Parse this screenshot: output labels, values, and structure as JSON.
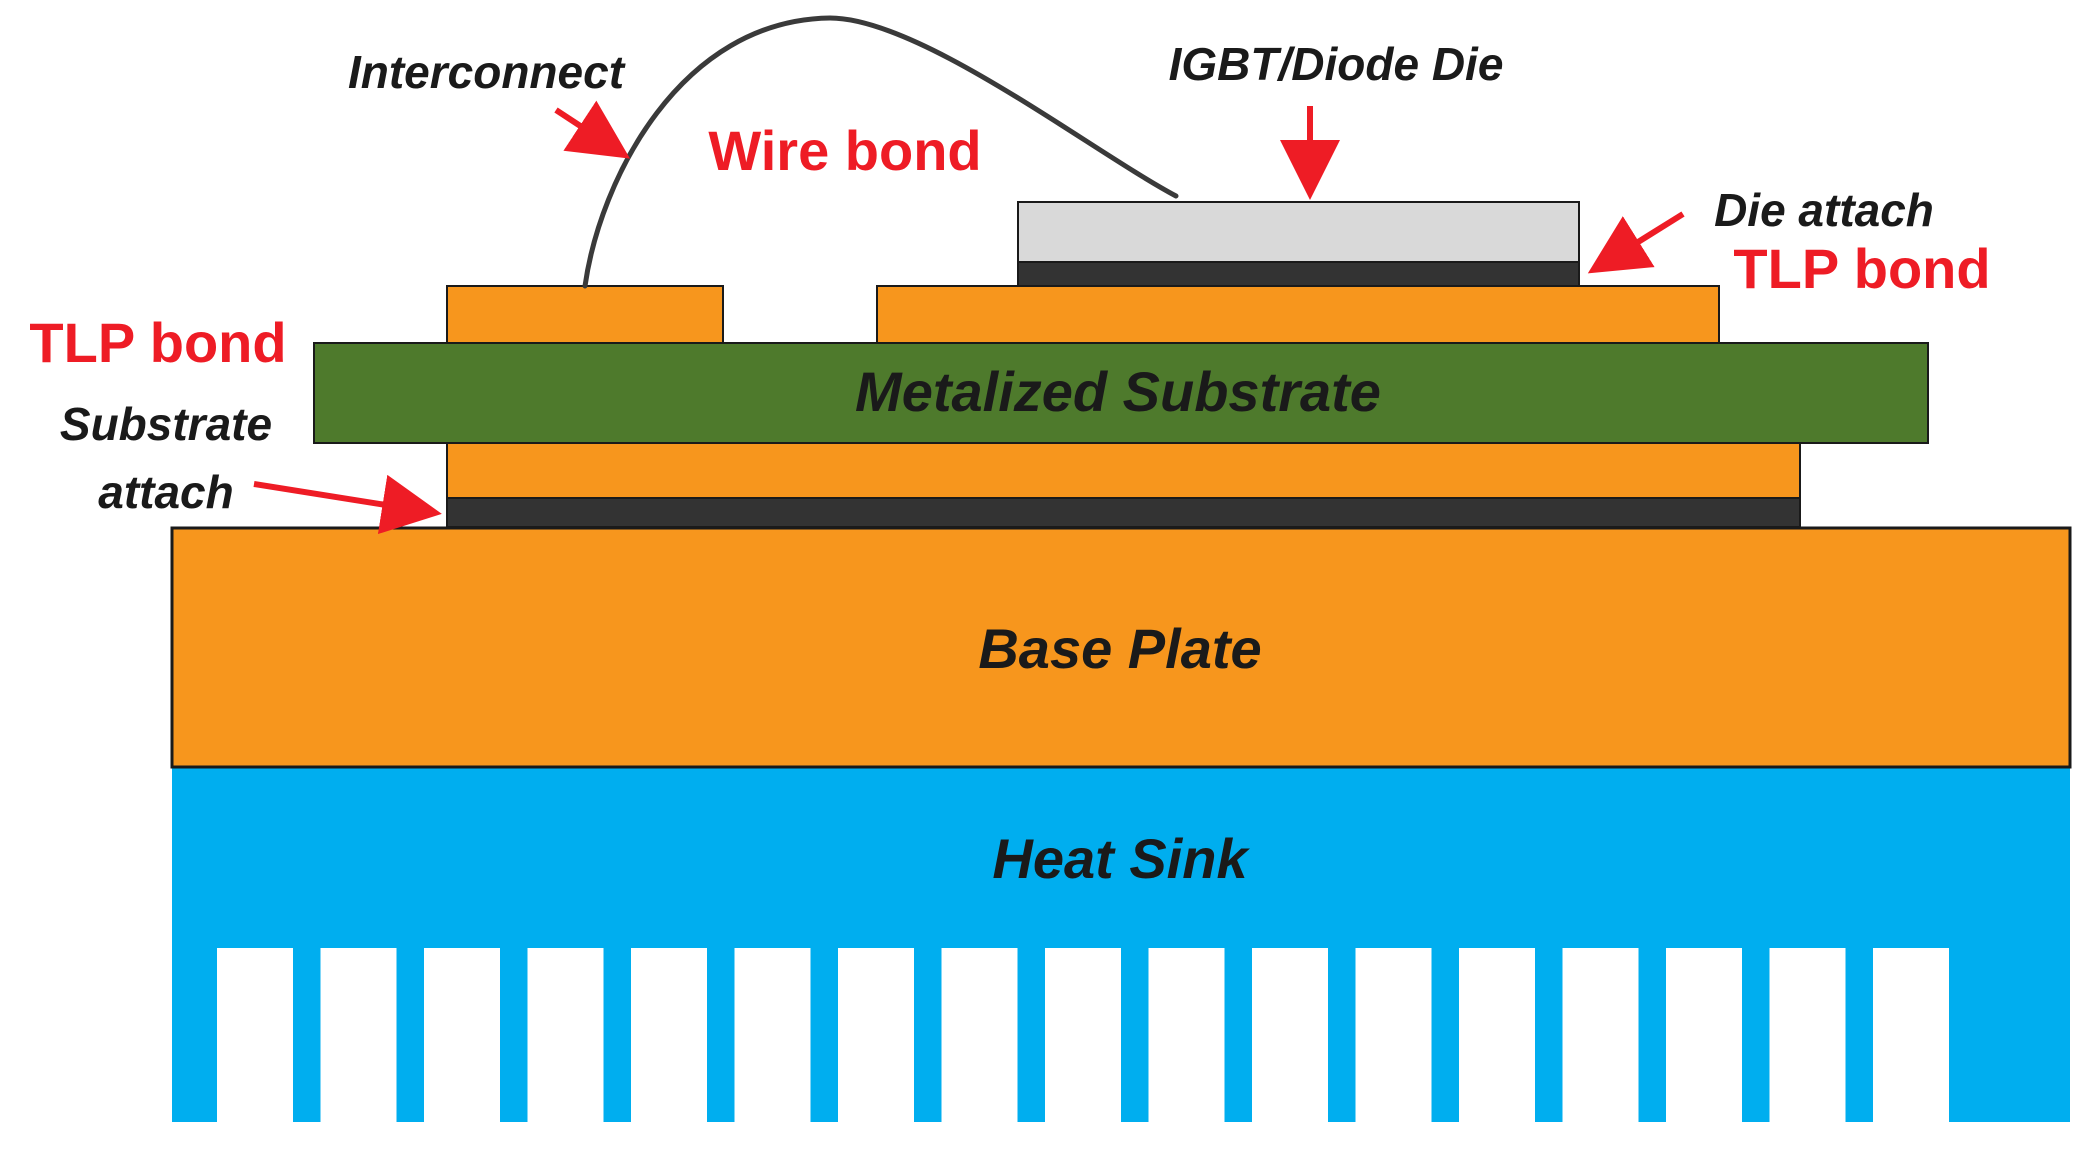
{
  "colors": {
    "copper": "#f7961d",
    "substrate": "#4e7a2c",
    "attach_layer": "#333333",
    "die": "#d9d9d9",
    "heat_sink": "#00aeef",
    "red_label": "#ee1c25",
    "outline": "#1a1a1a"
  },
  "layers": {
    "metalized_substrate": "Metalized Substrate",
    "base_plate": "Base Plate",
    "heat_sink": "Heat Sink"
  },
  "labels": {
    "interconnect": "Interconnect",
    "wire_bond": "Wire bond",
    "igbt_die": "IGBT/Diode Die",
    "die_attach": "Die attach",
    "tlp_bond_right": "TLP bond",
    "tlp_bond_left": "TLP bond",
    "substrate_attach_line1": "Substrate",
    "substrate_attach_line2": "attach"
  },
  "heat_sink_fins": 17
}
